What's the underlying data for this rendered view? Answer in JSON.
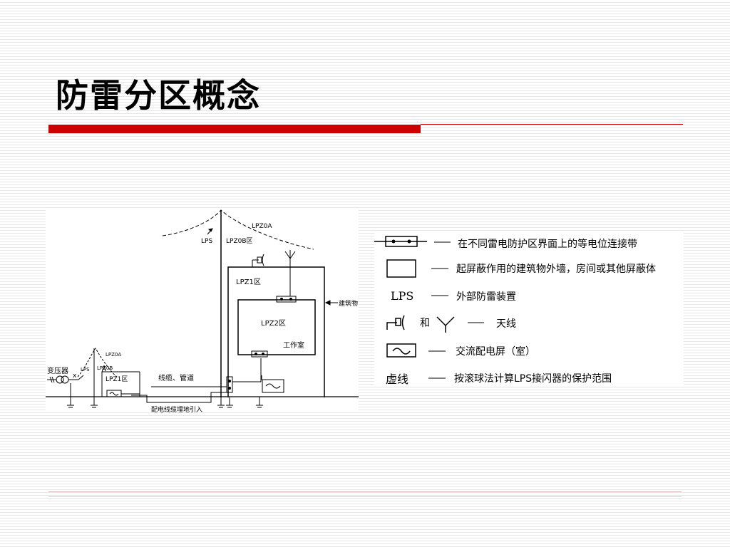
{
  "slide": {
    "title": "防雷分区概念"
  },
  "diagram": {
    "labels": {
      "lpz0a_main": "LPZ0A",
      "lps_main": "LPS",
      "lpz0b_main": "LPZ0B区",
      "lpz1_main": "LPZ1区",
      "lpz2": "LPZ2区",
      "work_room": "工作室",
      "building": "建筑物",
      "cable_pipe": "线缆、管道",
      "power_cable": "配电线缆埋地引入",
      "transformer": "变压器",
      "lpz0a_small": "LPZ0A",
      "lps_small": "LPS",
      "lpz0b_small": "LPZ0B",
      "lpz1_small": "LPZ1区",
      "x_mark": "x"
    }
  },
  "legend": {
    "items": [
      {
        "desc": "在不同雷电防护区界面上的等电位连接带"
      },
      {
        "desc": "起屏蔽作用的建筑物外墙，房间或其他屏蔽体"
      },
      {
        "symbol": "LPS",
        "desc": "外部防雷装置"
      },
      {
        "and": "和",
        "desc": "天线"
      },
      {
        "desc": "交流配电屏（室）"
      },
      {
        "symbol": "虚线",
        "desc": "按滚球法计算LPS接闪器的保护范围"
      }
    ]
  }
}
